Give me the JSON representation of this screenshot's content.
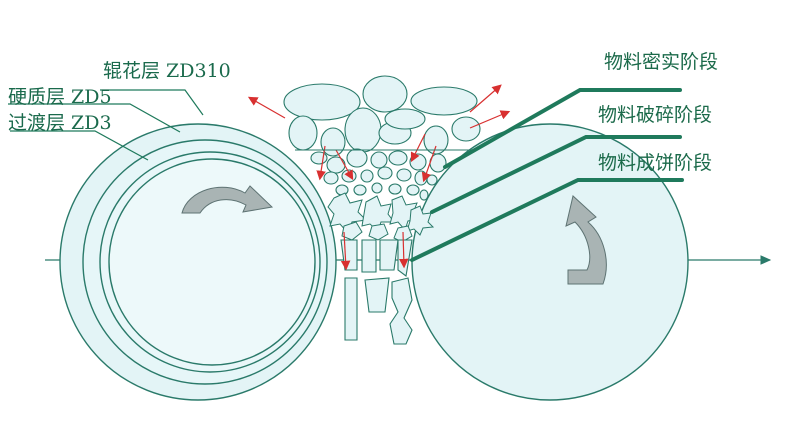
{
  "left_labels": {
    "knurl_layer": "辊花层 ZD310",
    "hard_layer": "硬质层 ZD5",
    "transition_layer": "过渡层 ZD3"
  },
  "right_labels": {
    "compaction_stage": "物料密实阶段",
    "crushing_stage": "物料破碎阶段",
    "cake_stage": "物料成饼阶段"
  },
  "colors": {
    "roll_fill": "#e3f4f6",
    "roll_stroke": "#2a7a6a",
    "leader_line": "#1f7a5c",
    "arrow_red": "#d83030",
    "rotation_arrow": "#a9b4b4"
  },
  "icons": {
    "left_rotation": "clockwise-rotation-arrow",
    "right_rotation": "counterclockwise-rotation-arrow"
  }
}
